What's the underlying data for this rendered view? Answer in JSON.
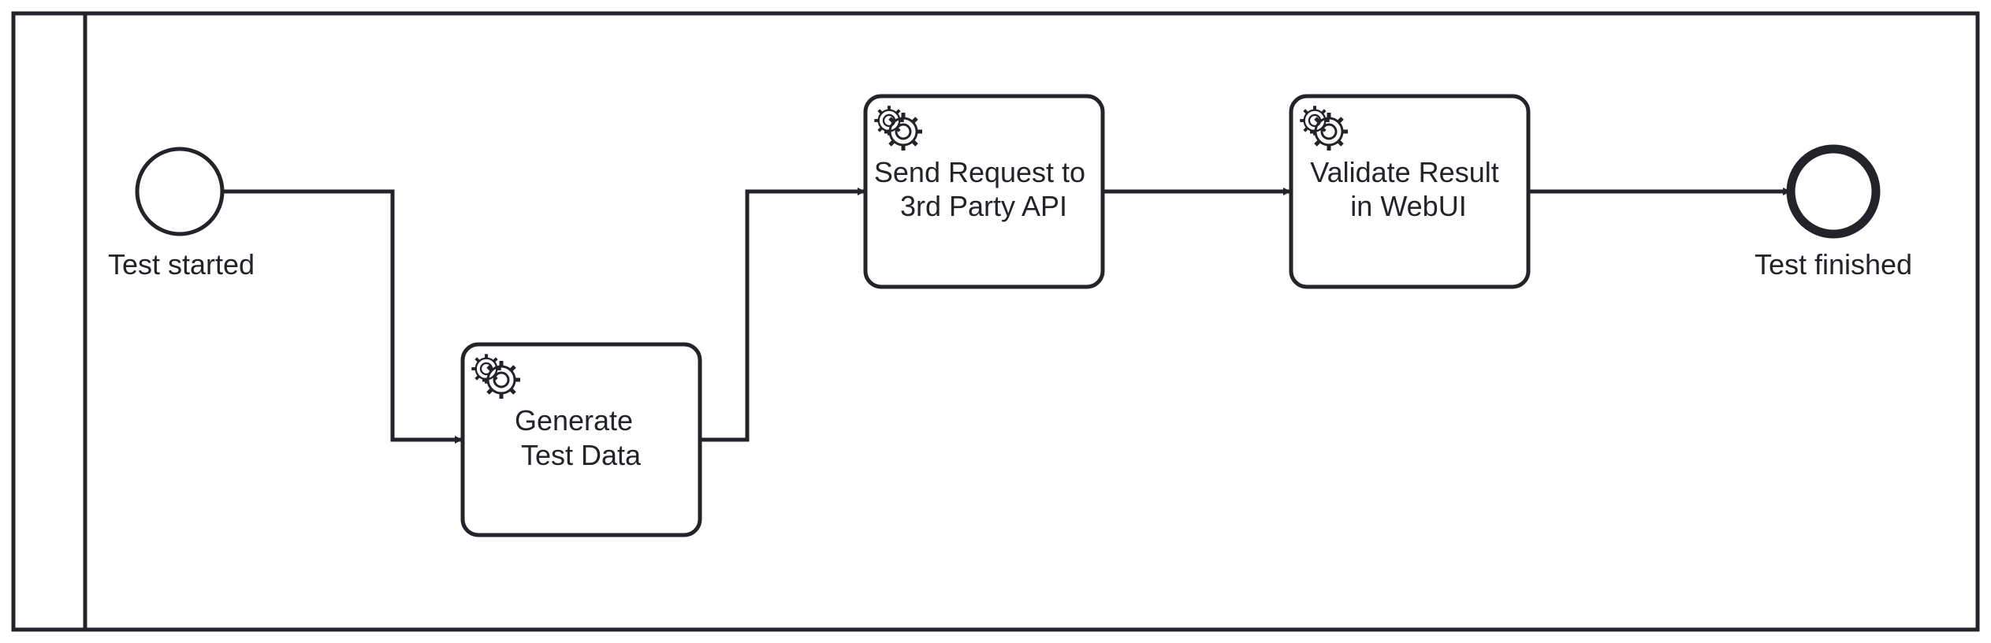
{
  "colors": {
    "stroke": "#22242a",
    "background": "#ffffff"
  },
  "pool": {
    "name": ""
  },
  "events": {
    "start": {
      "label": "Test started"
    },
    "end": {
      "label": "Test finished"
    }
  },
  "tasks": [
    {
      "kind": "service-task",
      "icon": "gears-icon",
      "lines": [
        "Generate",
        "Test Data"
      ]
    },
    {
      "kind": "service-task",
      "icon": "gears-icon",
      "lines": [
        "Send Request to",
        "3rd Party API"
      ]
    },
    {
      "kind": "service-task",
      "icon": "gears-icon",
      "lines": [
        "Validate Result",
        "in WebUI"
      ]
    }
  ]
}
